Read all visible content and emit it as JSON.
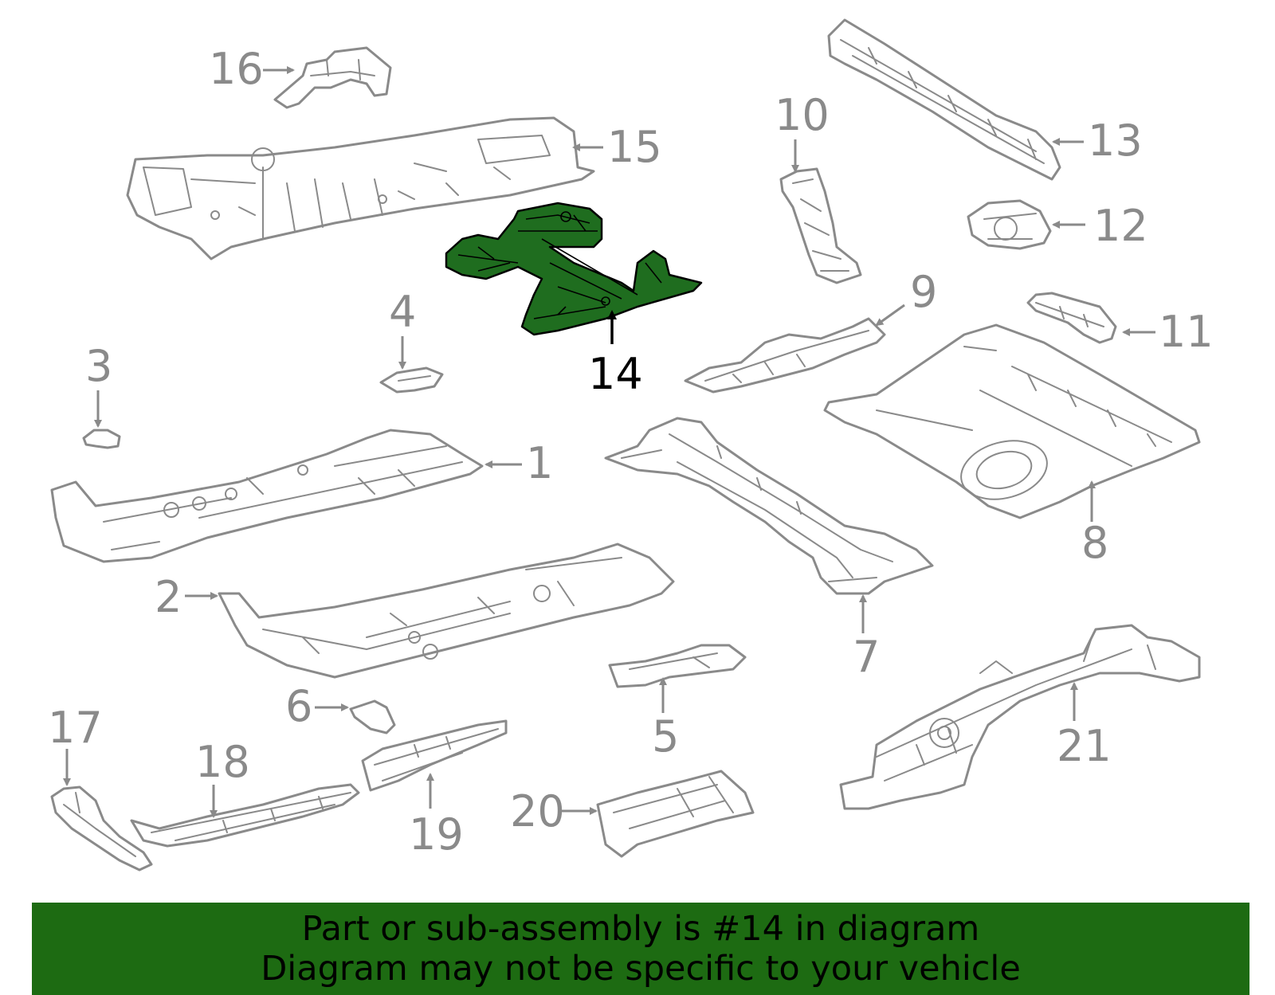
{
  "diagram": {
    "highlighted_part": "14",
    "callouts": {
      "c1": "1",
      "c2": "2",
      "c3": "3",
      "c4": "4",
      "c5": "5",
      "c6": "6",
      "c7": "7",
      "c8": "8",
      "c9": "9",
      "c10": "10",
      "c11": "11",
      "c12": "12",
      "c13": "13",
      "c14": "14",
      "c15": "15",
      "c16": "16",
      "c17": "17",
      "c18": "18",
      "c19": "19",
      "c20": "20",
      "c21": "21"
    },
    "colors": {
      "part_outline": "#8a8a8a",
      "highlight_fill": "#1f6d1f",
      "banner": "#1d6b12"
    }
  },
  "banner": {
    "line1": "Part or sub-assembly is #14 in diagram",
    "line2": "Diagram may not be specific to your vehicle"
  }
}
